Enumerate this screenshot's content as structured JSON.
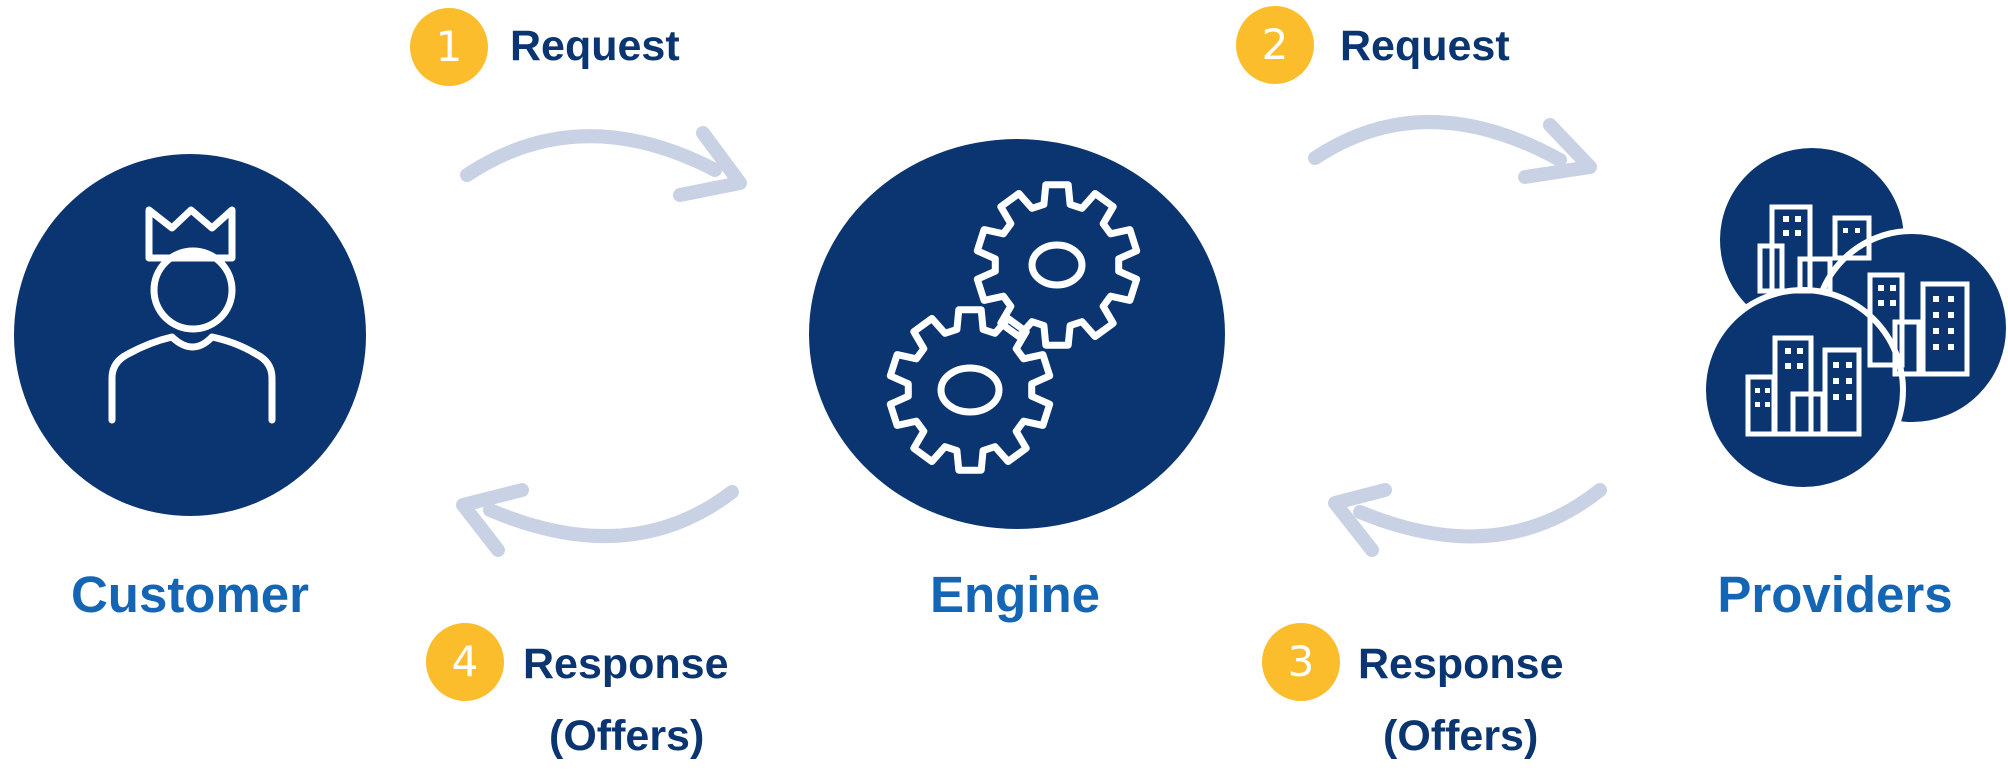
{
  "nodes": {
    "customer": {
      "label": "Customer",
      "icon": "customer-crown-icon"
    },
    "engine": {
      "label": "Engine",
      "icon": "gears-icon"
    },
    "providers": {
      "label": "Providers",
      "icon": "buildings-icon"
    }
  },
  "steps": [
    {
      "number": "1",
      "label": "Request",
      "label_line2": ""
    },
    {
      "number": "2",
      "label": "Request",
      "label_line2": ""
    },
    {
      "number": "3",
      "label": "Response",
      "label_line2": "(Offers)"
    },
    {
      "number": "4",
      "label": "Response",
      "label_line2": "(Offers)"
    }
  ],
  "colors": {
    "circle_fill": "#0b3570",
    "node_label": "#1565b5",
    "step_label": "#0b3570",
    "badge": "#fbbd2b",
    "arrow": "#c9d2e4",
    "icon_stroke": "#ffffff"
  }
}
